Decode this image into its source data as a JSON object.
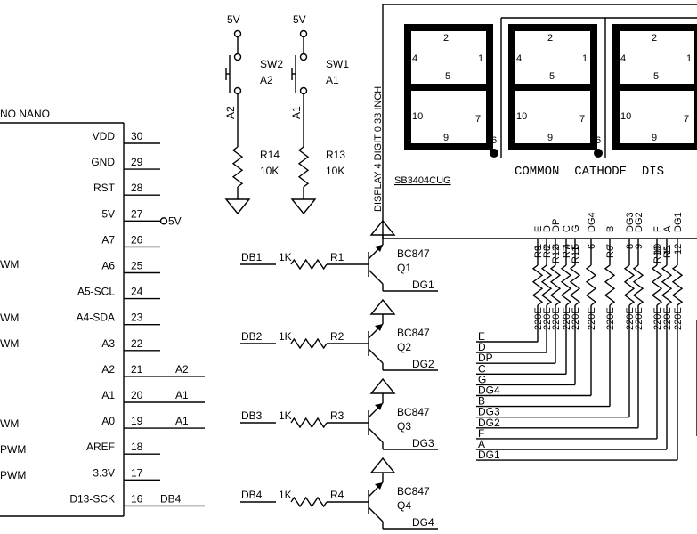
{
  "arduino": {
    "title": "NO NANO",
    "left_labels": [
      "WM",
      "WM",
      "WM",
      "WM",
      "PWM",
      "PWM"
    ],
    "pins": [
      {
        "name": "VDD",
        "num": "30",
        "net": ""
      },
      {
        "name": "GND",
        "num": "29",
        "net": ""
      },
      {
        "name": "RST",
        "num": "28",
        "net": ""
      },
      {
        "name": "5V",
        "num": "27",
        "net": "5V"
      },
      {
        "name": "A7",
        "num": "26",
        "net": ""
      },
      {
        "name": "A6",
        "num": "25",
        "net": ""
      },
      {
        "name": "A5-SCL",
        "num": "24",
        "net": ""
      },
      {
        "name": "A4-SDA",
        "num": "23",
        "net": ""
      },
      {
        "name": "A3",
        "num": "22",
        "net": ""
      },
      {
        "name": "A2",
        "num": "21",
        "net": "A2"
      },
      {
        "name": "A1",
        "num": "20",
        "net": "A1"
      },
      {
        "name": "A0",
        "num": "19",
        "net": "A1"
      },
      {
        "name": "AREF",
        "num": "18",
        "net": ""
      },
      {
        "name": "3.3V",
        "num": "17",
        "net": ""
      },
      {
        "name": "D13-SCK",
        "num": "16",
        "net": "DB4"
      }
    ]
  },
  "switches": [
    {
      "supply": "5V",
      "name": "SW2",
      "net": "A2",
      "label_net": "A2",
      "resistor": "R14",
      "value": "10K"
    },
    {
      "supply": "5V",
      "name": "SW1",
      "net": "A1",
      "label_net": "A1",
      "resistor": "R13",
      "value": "10K"
    }
  ],
  "drivers": [
    {
      "net_in": "DB1",
      "rval": "1K",
      "rname": "R1",
      "transistor": "BC847",
      "q": "Q1",
      "out": "DG1"
    },
    {
      "net_in": "DB2",
      "rval": "1K",
      "rname": "R2",
      "transistor": "BC847",
      "q": "Q2",
      "out": "DG2"
    },
    {
      "net_in": "DB3",
      "rval": "1K",
      "rname": "R3",
      "transistor": "BC847",
      "q": "Q3",
      "out": "DG3"
    },
    {
      "net_in": "DB4",
      "rval": "1K",
      "rname": "R4",
      "transistor": "BC847",
      "q": "Q4",
      "out": "DG4"
    }
  ],
  "display": {
    "vertical_label": "DISPLAY 4 DIGIT 0.33 INCH",
    "part": "SB3404CUG",
    "caption": "COMMON  CATHODE  DIS",
    "seg_numbers": {
      "top": "2",
      "ul": "4",
      "ur": "1",
      "mid": "5",
      "ll": "10",
      "lr": "7",
      "bot": "9",
      "dp": "6"
    },
    "pins": [
      {
        "name": "E",
        "num": "1",
        "res": "R9"
      },
      {
        "name": "D",
        "num": "2",
        "res": "R8"
      },
      {
        "name": "DP",
        "num": "3",
        "res": "R12"
      },
      {
        "name": "C",
        "num": "4",
        "res": "R7"
      },
      {
        "name": "G",
        "num": "5",
        "res": "R11"
      },
      {
        "name": "DG4",
        "num": "6",
        "res": ""
      },
      {
        "name": "B",
        "num": "7",
        "res": "R6"
      },
      {
        "name": "DG3",
        "num": "8",
        "res": ""
      },
      {
        "name": "DG2",
        "num": "9",
        "res": ""
      },
      {
        "name": "F",
        "num": "10",
        "res": "R10"
      },
      {
        "name": "A",
        "num": "11",
        "res": "R5"
      },
      {
        "name": "DG1",
        "num": "12",
        "res": ""
      }
    ],
    "res_value": "220E"
  },
  "bus_labels": [
    "E",
    "D",
    "DP",
    "C",
    "G",
    "DG4",
    "B",
    "DG3",
    "DG2",
    "F",
    "A",
    "DG1"
  ]
}
